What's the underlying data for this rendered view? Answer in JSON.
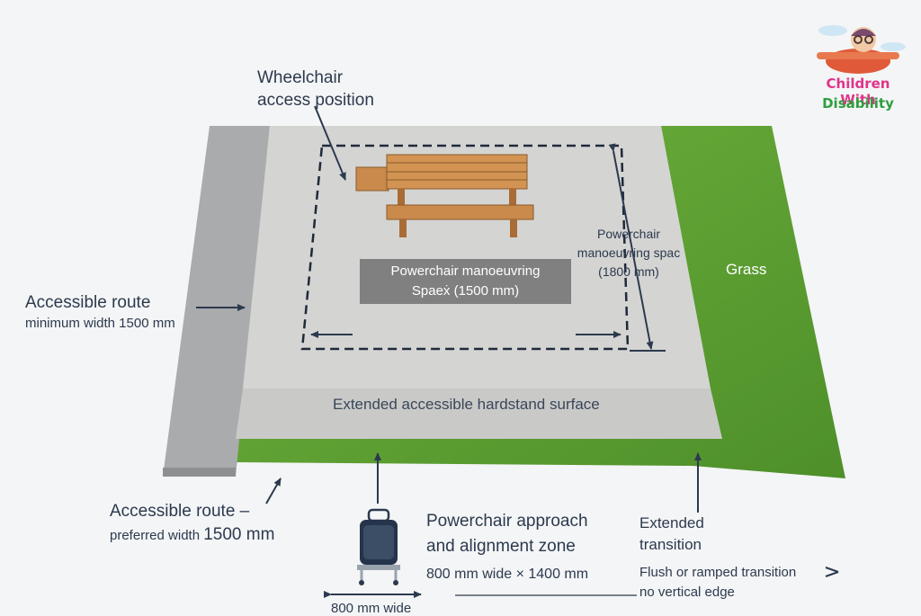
{
  "labels": {
    "wheelchair_access": [
      "Wheelchair",
      "access position"
    ],
    "manoeuvring_space_inner": [
      "Powerchair manoeuvring",
      "Spaeẋ (1500 mm)"
    ],
    "manoeuvring_space_side": [
      "Powerchair",
      "manoeuvring spac",
      "(1800 mm)"
    ],
    "grass": "Grass",
    "accessible_route_min": {
      "title": "Accessible route",
      "detail": "minimum width 1500 mm"
    },
    "hardstand": "Extended accessible hardstand surface",
    "accessible_route_pref": {
      "title": "Accessible route –",
      "detail_prefix": "preferred width ",
      "detail_value": "1500 mm"
    },
    "approach_zone": {
      "title": [
        "Powerchair approach",
        "and alignment zone"
      ],
      "detail": "800 mm wide × 1400 mm"
    },
    "approach_width": "800 mm wide",
    "extended_transition": {
      "title": [
        "Extended",
        "transition"
      ],
      "detail": [
        "Flush or ramped transition",
        "no vertical edge"
      ]
    }
  },
  "logo": {
    "line1": "Children With",
    "line2": "Disability"
  },
  "colors": {
    "text": "#2c3a4e",
    "grass": "#5fa032",
    "concrete": "#d4d4d2",
    "path": "#a9abad",
    "bench": "#c98a4b",
    "arrow": "#2c3a4e"
  }
}
